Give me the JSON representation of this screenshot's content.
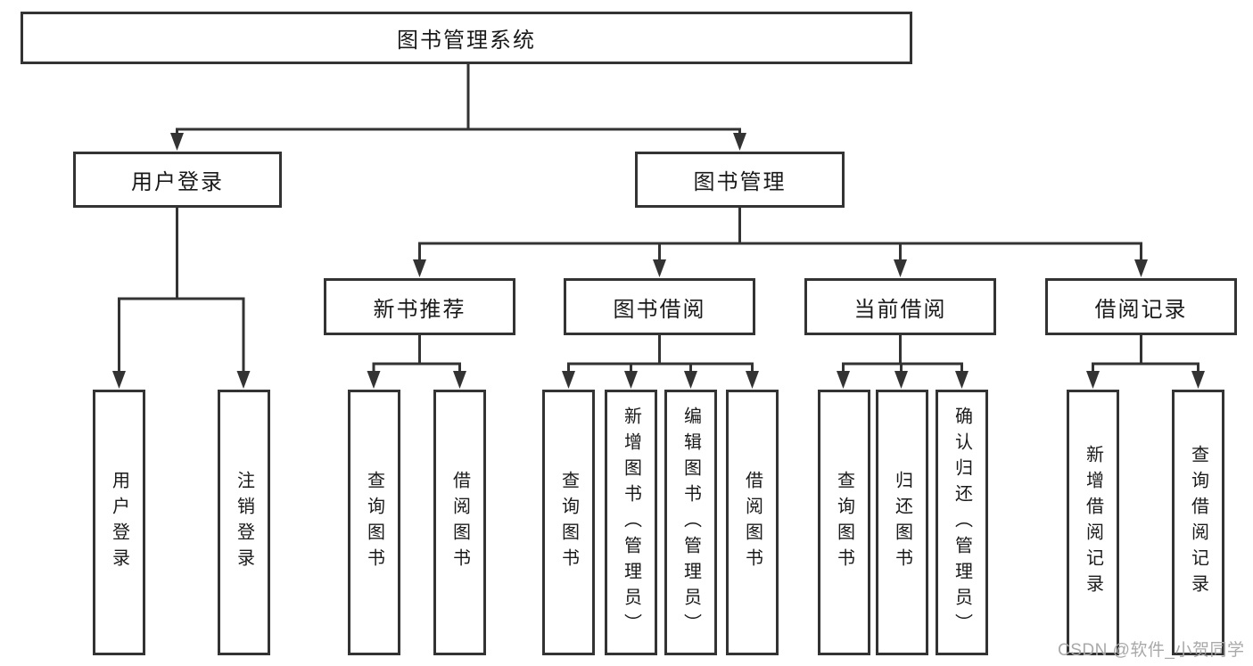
{
  "diagram": {
    "root": {
      "label": "图书管理系统"
    },
    "branches": [
      {
        "label": "用户登录",
        "children": [
          {
            "label": "用户登录"
          },
          {
            "label": "注销登录"
          }
        ]
      },
      {
        "label": "图书管理",
        "children": [
          {
            "label": "新书推荐",
            "children": [
              {
                "label": "查询图书"
              },
              {
                "label": "借阅图书"
              }
            ]
          },
          {
            "label": "图书借阅",
            "children": [
              {
                "label": "查询图书"
              },
              {
                "label": "新增图书（管理员）"
              },
              {
                "label": "编辑图书（管理员）"
              },
              {
                "label": "借阅图书"
              }
            ]
          },
          {
            "label": "当前借阅",
            "children": [
              {
                "label": "查询图书"
              },
              {
                "label": "归还图书"
              },
              {
                "label": "确认归还（管理员）"
              }
            ]
          },
          {
            "label": "借阅记录",
            "children": [
              {
                "label": "新增借阅记录"
              },
              {
                "label": "查询借阅记录"
              }
            ]
          }
        ]
      }
    ]
  },
  "watermark": {
    "text": "CSDN @软件_小贺同学"
  },
  "colors": {
    "line": "#333333",
    "border": "#333333",
    "text": "#1a1a1a",
    "watermark": "#a9a9a9",
    "background": "#ffffff"
  }
}
